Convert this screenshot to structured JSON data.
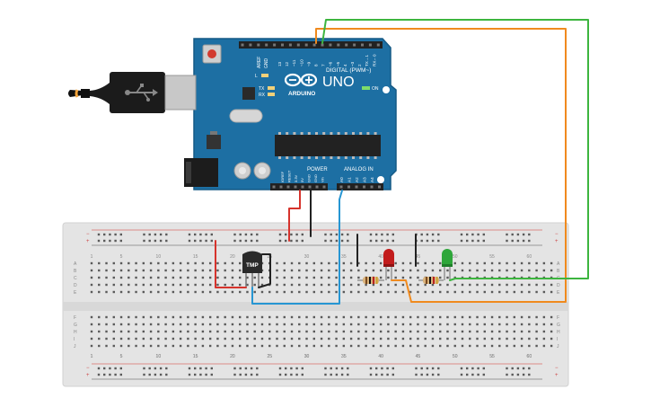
{
  "board": {
    "model": "UNO",
    "brand": "ARDUINO",
    "digital_label": "DIGITAL (PWM~)",
    "analog_label": "ANALOG IN",
    "power_label": "POWER",
    "on_label": "ON",
    "led_l": "L",
    "led_tx": "TX",
    "led_rx": "RX",
    "aref": "AREF",
    "gnd": "GND",
    "digital_pins": [
      "13",
      "12",
      "~11",
      "~10",
      "~9",
      "8",
      "7",
      "~6",
      "~5",
      "4",
      "~3",
      "2",
      "TX→1",
      "RX←0"
    ],
    "power_pins": [
      "IOREF",
      "RESET",
      "3.3V",
      "5V",
      "GND",
      "GND",
      "Vin"
    ],
    "analog_pins": [
      "A0",
      "A1",
      "A2",
      "A3",
      "A4",
      "A5"
    ]
  },
  "breadboard": {
    "column_numbers": [
      "1",
      "5",
      "10",
      "15",
      "20",
      "25",
      "30",
      "35",
      "40",
      "45",
      "50",
      "55",
      "60"
    ],
    "row_letters_top": [
      "A",
      "B",
      "C",
      "D",
      "E"
    ],
    "row_letters_bottom": [
      "F",
      "G",
      "H",
      "I",
      "J"
    ],
    "rail_minus": "−",
    "rail_plus": "+"
  },
  "sensor": {
    "label": "TMP"
  },
  "colors": {
    "board": "#1d6fa3",
    "board_dark": "#155a86",
    "breadboard": "#e4e4e4",
    "wire_orange": "#f08a1e",
    "wire_green": "#3db53f",
    "wire_blue": "#2796d3",
    "wire_red": "#d6332c",
    "wire_black": "#222222",
    "led_red": "#c21c1c",
    "led_green": "#2ea63a"
  }
}
